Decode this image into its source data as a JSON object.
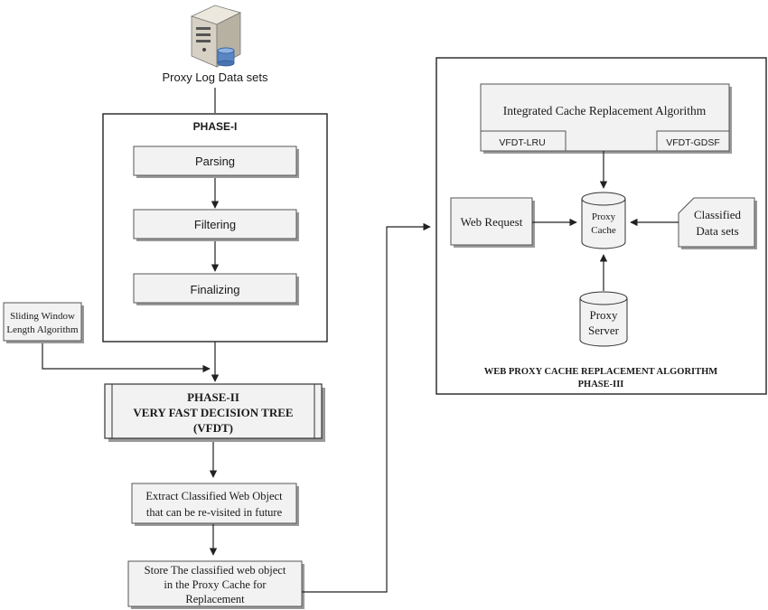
{
  "proxy_log": {
    "label": "Proxy Log Data sets",
    "icon": "server-database-icon"
  },
  "phase1": {
    "title": "PHASE-I",
    "steps": [
      "Parsing",
      "Filtering",
      "Finalizing"
    ]
  },
  "sliding_window": {
    "line1": "Sliding Window",
    "line2": "Length Algorithm"
  },
  "phase2": {
    "line1": "PHASE-II",
    "line2": "VERY FAST DECISION TREE",
    "line3": "(VFDT)"
  },
  "extract": {
    "line1": "Extract Classified Web Object",
    "line2": "that can be re-visited in future"
  },
  "store": {
    "line1": "Store The classified  web object",
    "line2": "in the Proxy Cache for",
    "line3": "Replacement"
  },
  "phase3": {
    "algorithm_title": "Integrated  Cache Replacement Algorithm",
    "sub_left": "VFDT-LRU",
    "sub_right": "VFDT-GDSF",
    "web_request": "Web Request",
    "proxy_cache_line1": "Proxy",
    "proxy_cache_line2": "Cache",
    "classified_line1": "Classified",
    "classified_line2": "Data sets",
    "proxy_server_line1": "Proxy",
    "proxy_server_line2": "Server",
    "caption_line1": "WEB PROXY CACHE REPLACEMENT ALGORITHM",
    "caption_line2": "PHASE-III"
  },
  "colors": {
    "stroke": "#222222",
    "box_fill": "#f2f2f2",
    "shadow": "#9a9a9a"
  }
}
